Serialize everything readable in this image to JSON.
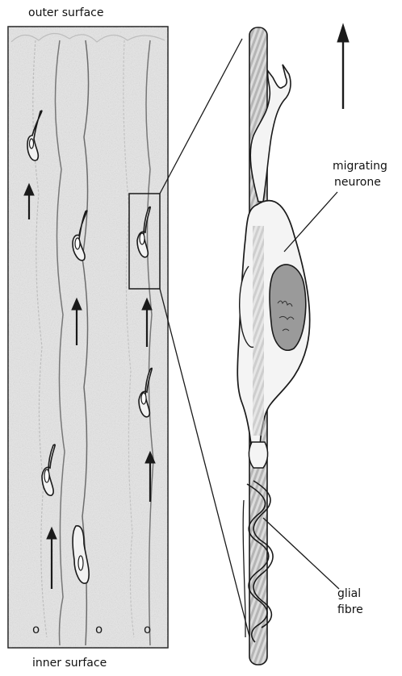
{
  "labels": {
    "outer_surface": "outer surface",
    "inner_surface": "inner surface",
    "migrating_line1": "migrating",
    "migrating_line2": "neurone",
    "glial_line1": "glial",
    "glial_line2": "fibre"
  },
  "markers": [
    "o",
    "o",
    "o"
  ],
  "colors": {
    "ink": "#1a1a1a",
    "tissue": "#e4e4e4",
    "cell_fill": "#eeeeee",
    "nucleus": "#9a9a9a",
    "fibre_stripe": "#a8a8a8"
  }
}
